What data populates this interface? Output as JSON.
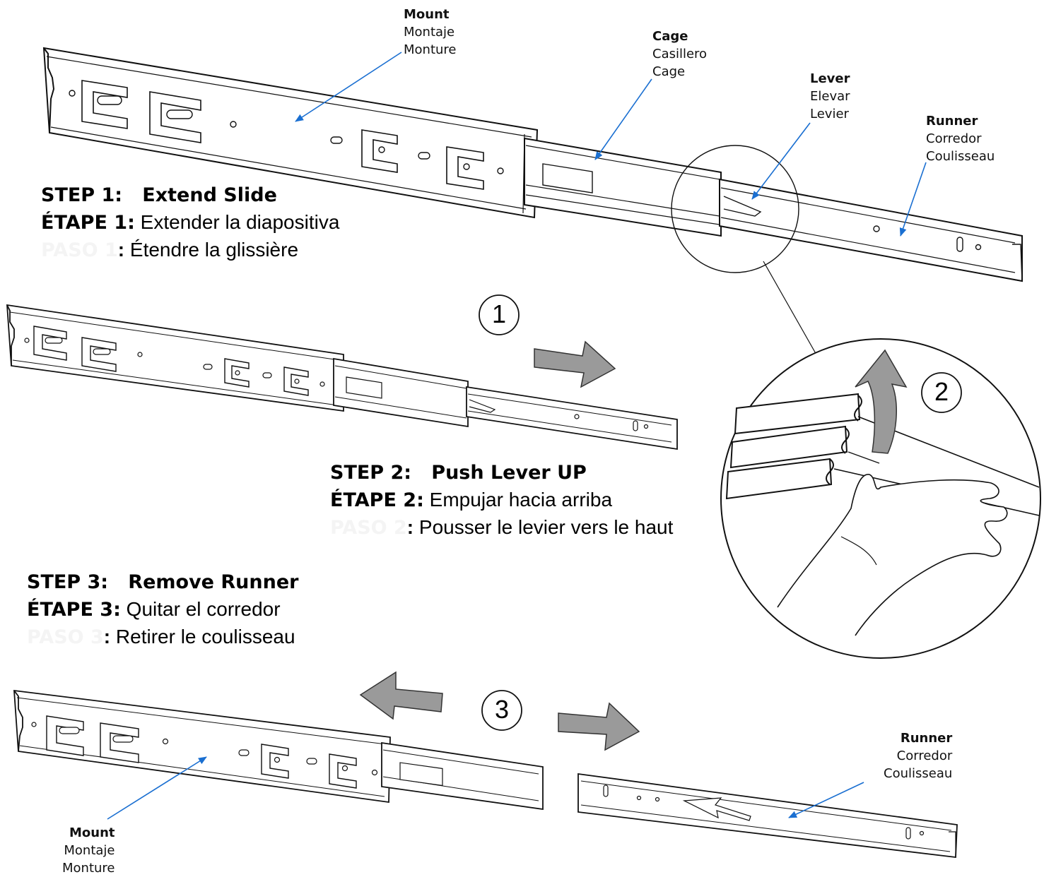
{
  "labels": {
    "mount_top": {
      "title": "Mount",
      "es": "Montaje",
      "fr": "Monture"
    },
    "cage": {
      "title": "Cage",
      "es": "Casillero",
      "fr": "Cage"
    },
    "lever": {
      "title": "Lever",
      "es": "Elevar",
      "fr": "Levier"
    },
    "runner_top": {
      "title": "Runner",
      "es": "Corredor",
      "fr": "Coulisseau"
    },
    "runner_bottom": {
      "title": "Runner",
      "es": "Corredor",
      "fr": "Coulisseau"
    },
    "mount_bottom": {
      "title": "Mount",
      "es": "Montaje",
      "fr": "Monture"
    }
  },
  "steps": [
    {
      "en": "STEP 1:   Extend Slide",
      "es_prefix": "ÉTAPE 1:",
      "es": " Extender la diapositiva",
      "fr_prefix": "PASO 1",
      "fr": ": Étendre la glissière"
    },
    {
      "en": "STEP 2:   Push Lever UP",
      "es_prefix": "ÉTAPE 2:",
      "es": " Empujar hacia arriba",
      "fr_prefix": "PASO 2",
      "fr": ": Pousser le levier vers le haut"
    },
    {
      "en": "STEP 3:   Remove Runner",
      "es_prefix": "ÉTAPE 3:",
      "es": " Quitar el corredor",
      "fr_prefix": "PASO 3",
      "fr": ": Retirer le coulisseau"
    }
  ],
  "step_markers": [
    "1",
    "2",
    "3"
  ],
  "colors": {
    "leader": "#1a6fd1",
    "arrow_fill": "#9a9a9a",
    "line": "#111111"
  }
}
